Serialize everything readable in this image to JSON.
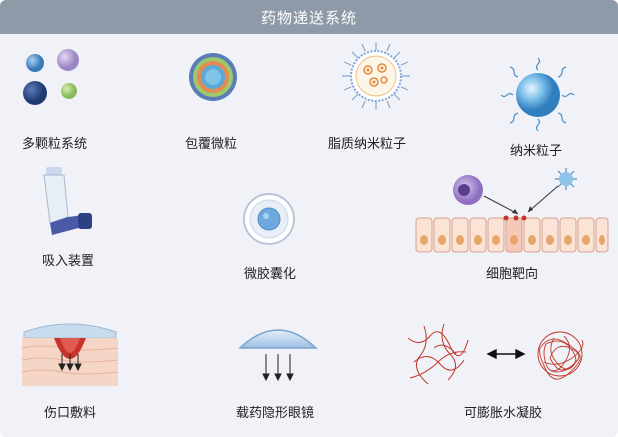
{
  "title": "药物递送系统",
  "items": [
    {
      "label": "多颗粒系统",
      "icon": "multiparticulate-icon"
    },
    {
      "label": "包覆微粒",
      "icon": "coated-microparticle-icon"
    },
    {
      "label": "脂质纳米粒子",
      "icon": "lipid-nanoparticle-icon"
    },
    {
      "label": "纳米粒子",
      "icon": "nanoparticle-icon"
    },
    {
      "label": "吸入装置",
      "icon": "inhaler-icon"
    },
    {
      "label": "微胶囊化",
      "icon": "microcapsule-icon"
    },
    {
      "label": "细胞靶向",
      "icon": "cell-targeting-icon"
    },
    {
      "label": "伤口敷料",
      "icon": "wound-dressing-icon"
    },
    {
      "label": "载药隐形眼镜",
      "icon": "drug-contact-lens-icon"
    },
    {
      "label": "可膨胀水凝胶",
      "icon": "swellable-hydrogel-icon"
    }
  ],
  "colors": {
    "header": "#8e9aa7",
    "background": "#f0f2f7",
    "accent_blue": "#4a8fc9",
    "accent_purple": "#9b84c4",
    "accent_red": "#c0392b"
  }
}
